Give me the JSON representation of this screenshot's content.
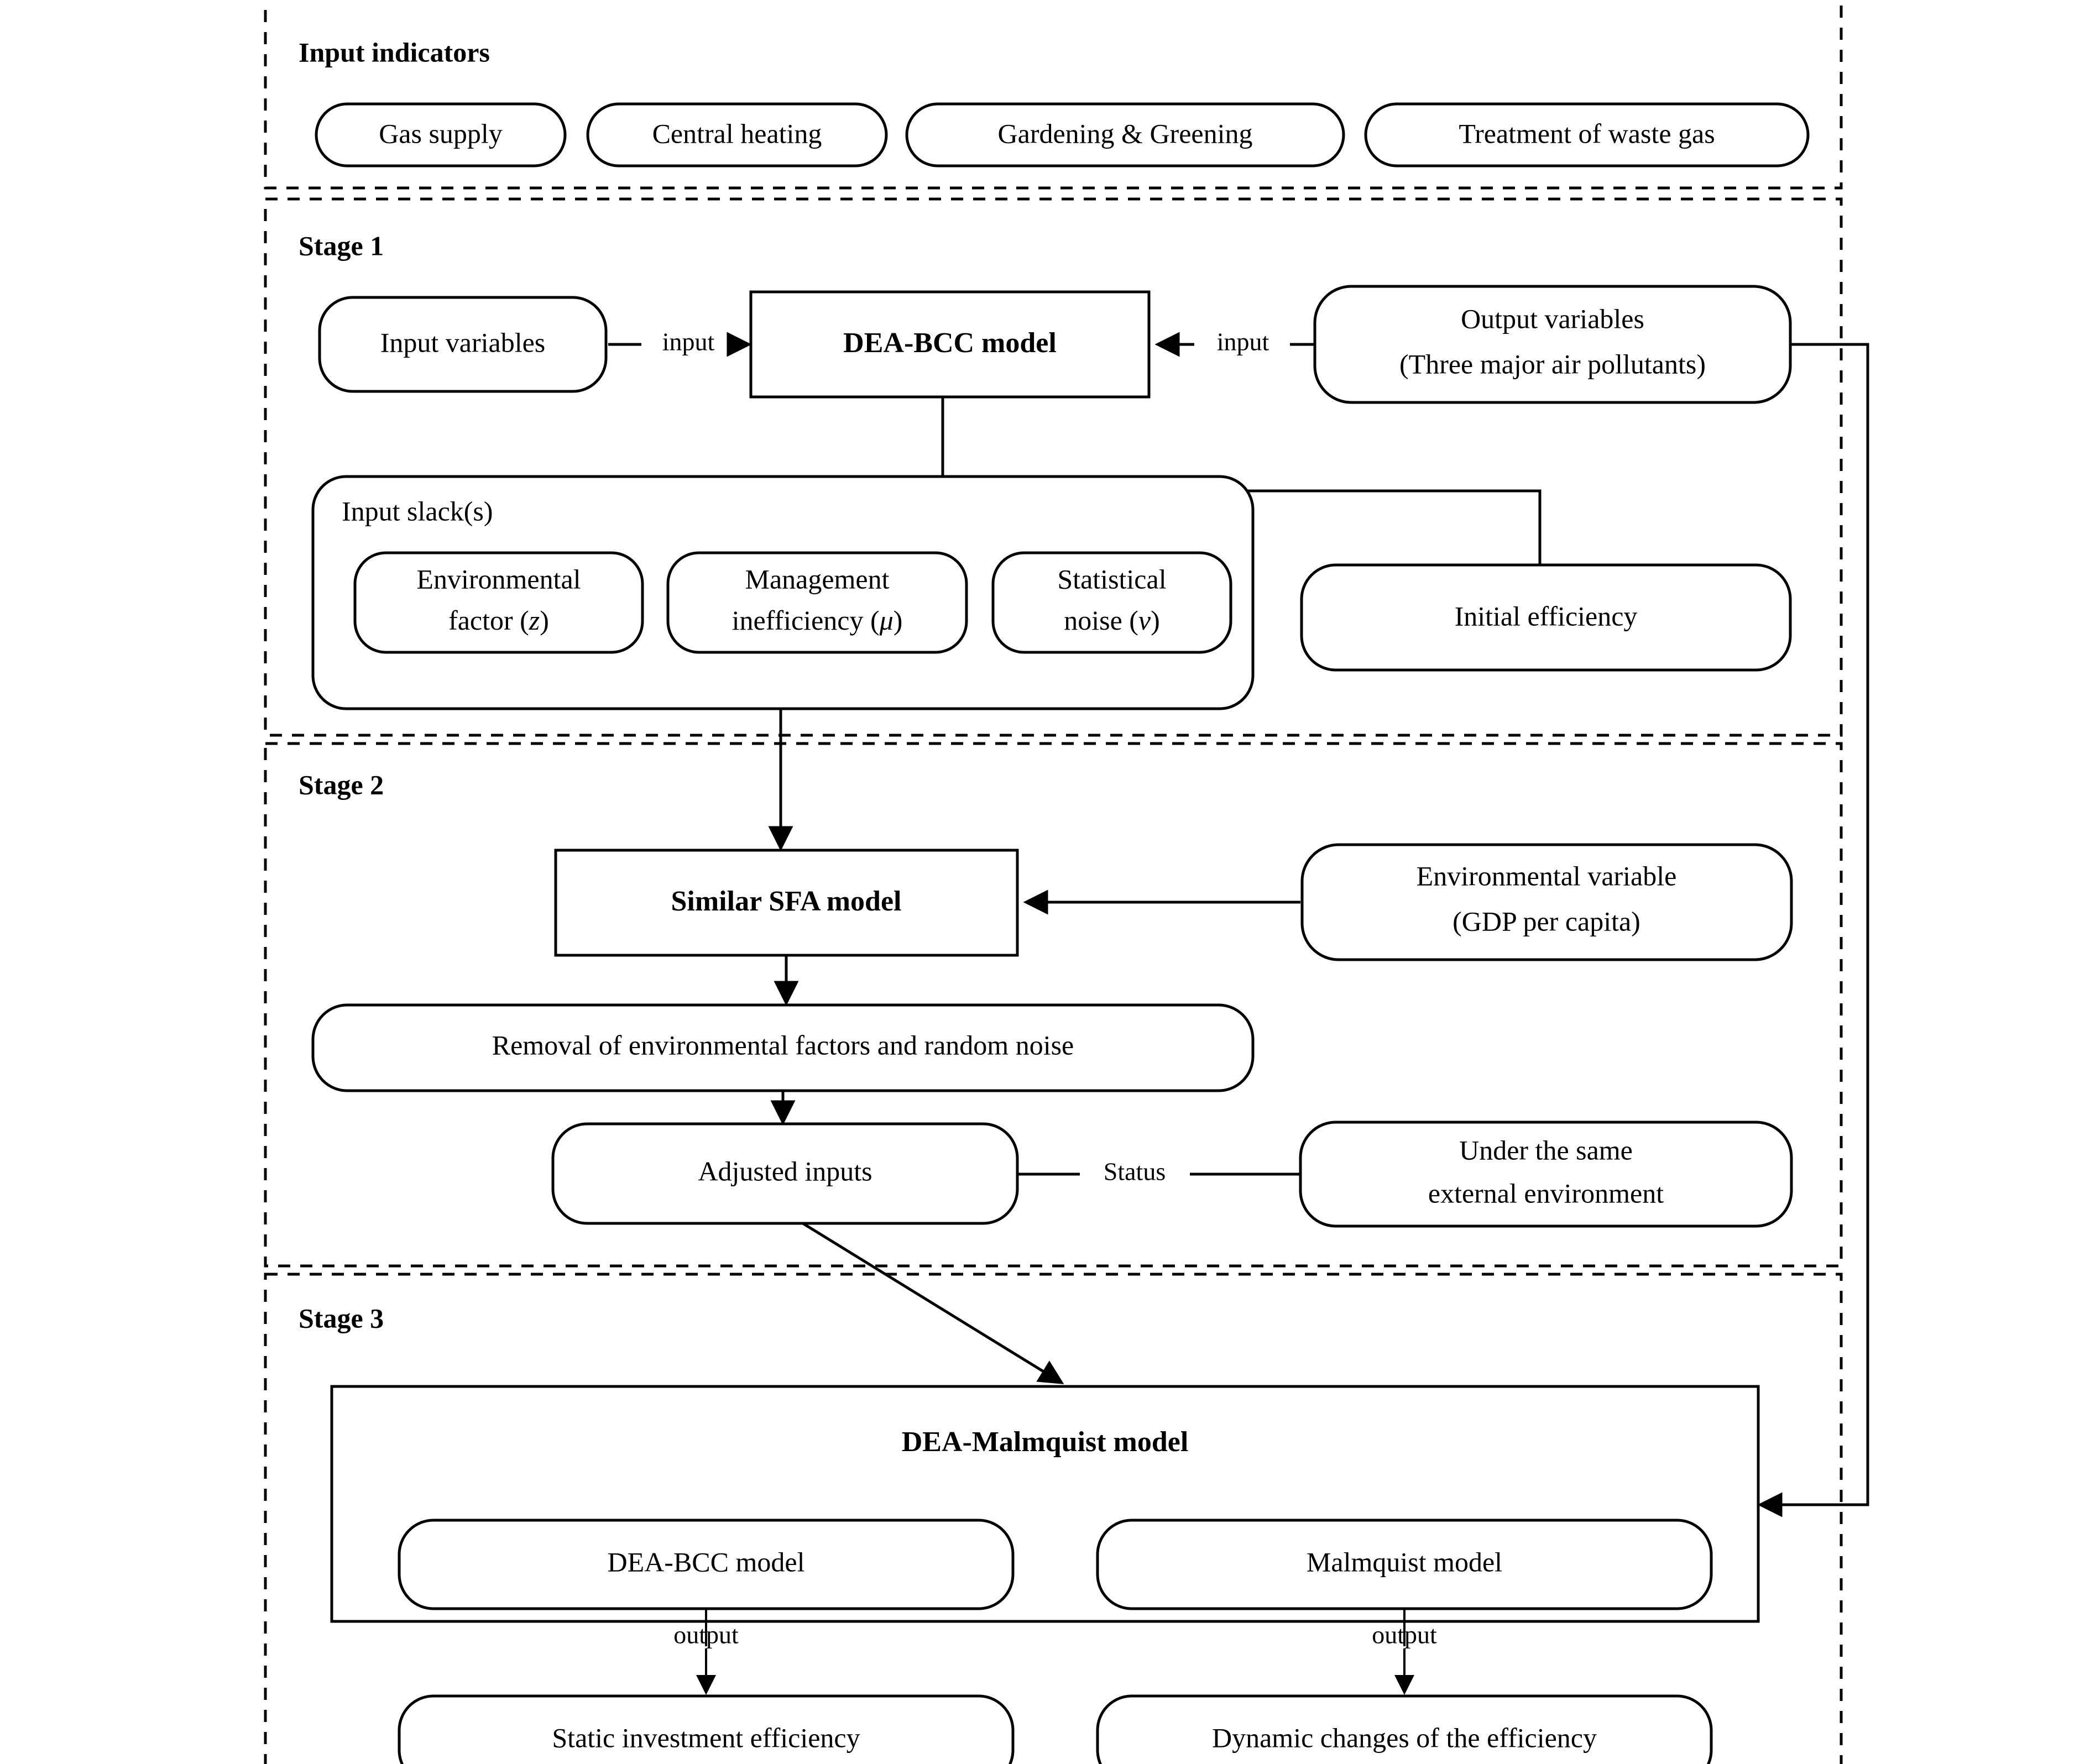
{
  "figure": {
    "type": "flowchart",
    "title": "Three-stage DEA research framework",
    "colors": {
      "stroke": "#000000",
      "fill": "#ffffff",
      "text": "#000000"
    }
  },
  "panels": [
    {
      "id": "input-indicators",
      "label": "Input indicators"
    },
    {
      "id": "stage-1",
      "label": "Stage 1"
    },
    {
      "id": "stage-2",
      "label": "Stage 2"
    },
    {
      "id": "stage-3",
      "label": "Stage 3"
    }
  ],
  "input_indicators": {
    "label": "Input indicators",
    "items": [
      {
        "label": "Gas supply"
      },
      {
        "label": "Central heating"
      },
      {
        "label": "Gardening & Greening"
      },
      {
        "label": "Treatment of waste gas"
      }
    ]
  },
  "stage1": {
    "label": "Stage 1",
    "input_variables": "Input variables",
    "dea_bcc_model": "DEA-BCC model",
    "output_variables_line1": "Output variables",
    "output_variables_line2": "(Three major air pollutants)",
    "input_slacks_label": "Input slack(s)",
    "slacks": [
      {
        "line1": "Environmental",
        "line2": "factor (",
        "sym": "z",
        "line2b": ")"
      },
      {
        "line1": "Management",
        "line2": "inefficiency (",
        "sym": "μ",
        "line2b": ")"
      },
      {
        "line1": "Statistical",
        "line2": "noise (",
        "sym": "v",
        "line2b": ")"
      }
    ],
    "initial_efficiency": "Initial efficiency",
    "edge_input_left": "input",
    "edge_input_right": "input"
  },
  "stage2": {
    "label": "Stage 2",
    "similar_sfa_model": "Similar SFA model",
    "environmental_variable_line1": "Environmental variable",
    "environmental_variable_line2": "(GDP per capita)",
    "removal": "Removal of environmental factors and random noise",
    "adjusted_inputs": "Adjusted inputs",
    "status_label": "Status",
    "same_environment_line1": "Under the same",
    "same_environment_line2": "external environment"
  },
  "stage3": {
    "label": "Stage 3",
    "dea_malmquist_model": "DEA-Malmquist model",
    "dea_bcc_model": "DEA-BCC model",
    "malmquist_model": "Malmquist model",
    "output_label_left": "output",
    "output_label_right": "output",
    "static_efficiency": "Static investment efficiency",
    "dynamic_efficiency": "Dynamic changes of the efficiency"
  }
}
